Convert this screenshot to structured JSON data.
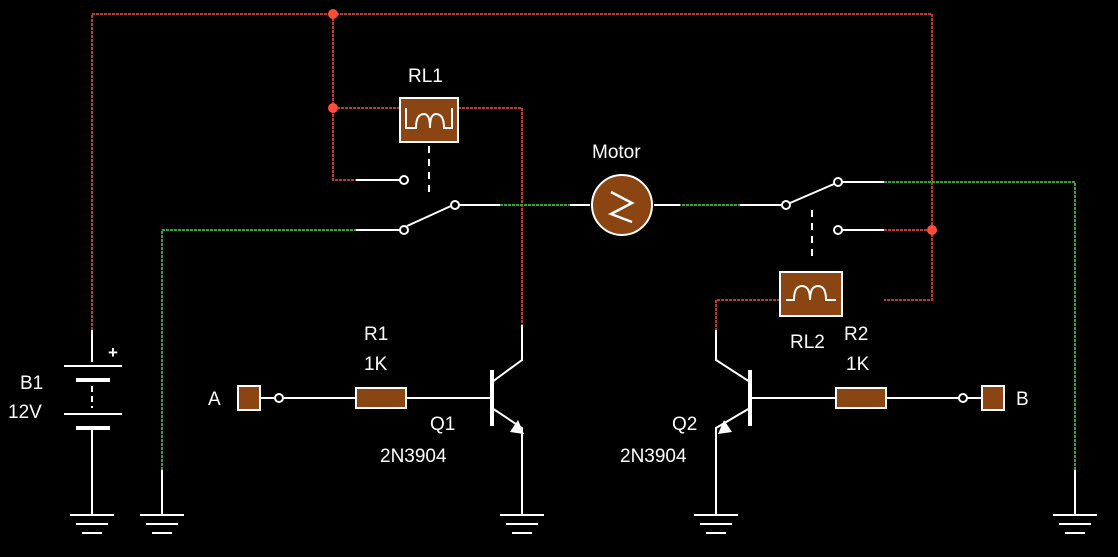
{
  "labels": {
    "relay1": "RL1",
    "relay2": "RL2",
    "motor": "Motor",
    "r1_name": "R1",
    "r1_value": "1K",
    "r2_name": "R2",
    "r2_value": "1K",
    "q1_name": "Q1",
    "q1_part": "2N3904",
    "q2_name": "Q2",
    "q2_part": "2N3904",
    "battery_name": "B1",
    "battery_value": "12V",
    "battery_plus": "+",
    "input_a": "A",
    "input_b": "B"
  },
  "colors": {
    "background": "#000000",
    "wire": "#ffffff",
    "positive_net": "#c0392b",
    "negative_net": "#2ea82e",
    "component": "#8b4513",
    "junction": "#ff4d3a"
  }
}
